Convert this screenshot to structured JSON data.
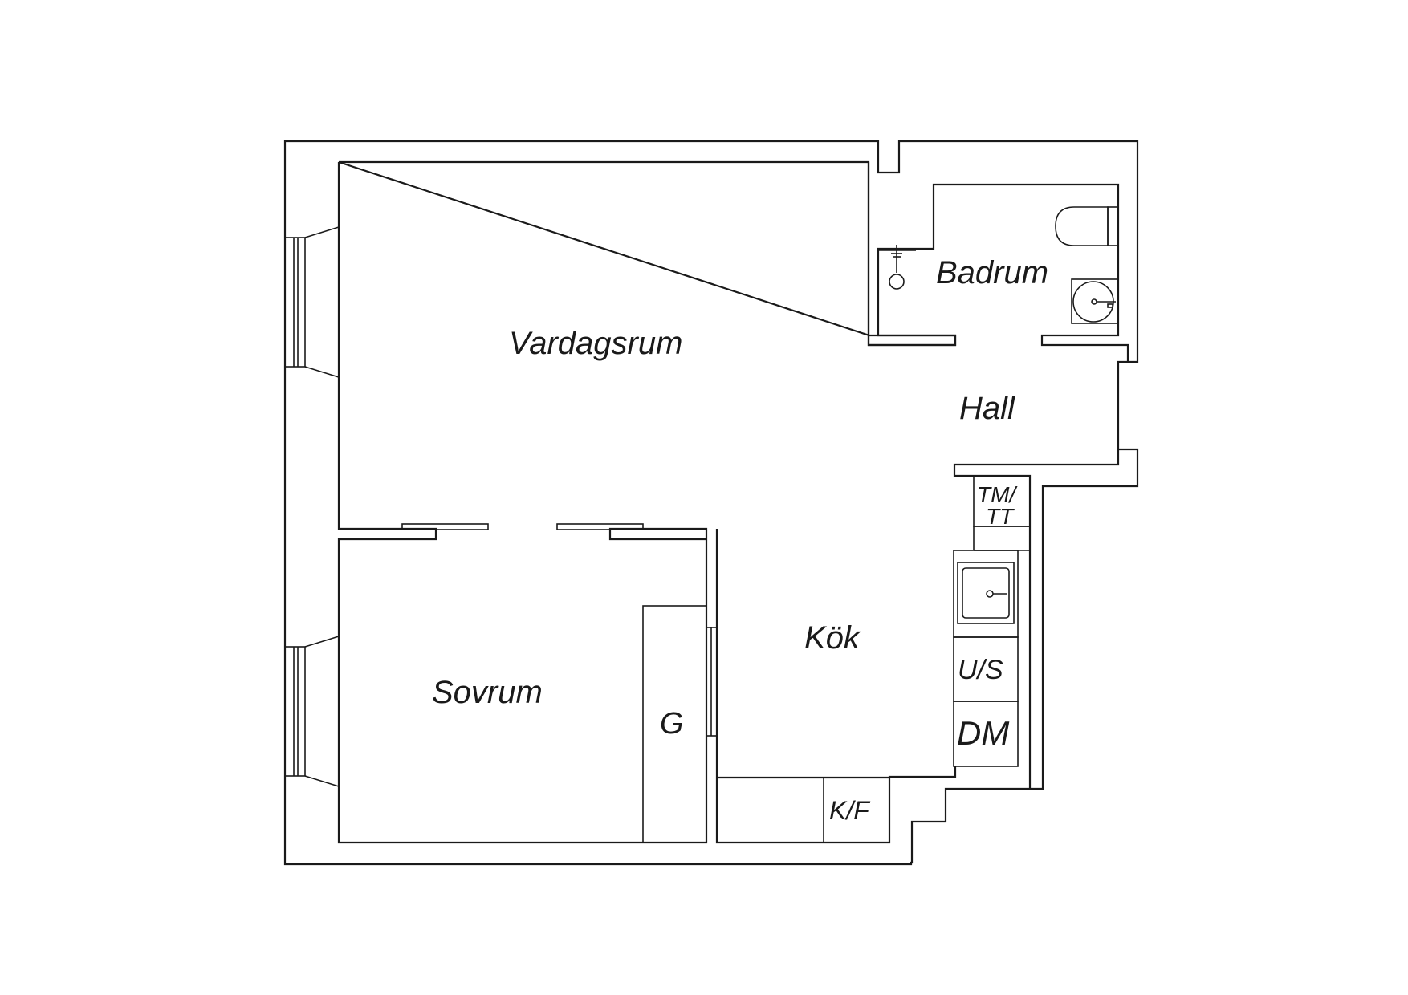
{
  "rooms": {
    "vardagsrum": "Vardagsrum",
    "badrum": "Badrum",
    "hall": "Hall",
    "kok": "Kök",
    "sovrum": "Sovrum"
  },
  "fixtures": {
    "garderob": "G",
    "tm_line1": "TM/",
    "tm_line2": "TT",
    "us": "U/S",
    "dm": "DM",
    "kf": "K/F"
  },
  "colors": {
    "line": "#1a1a1a",
    "background": "#ffffff"
  }
}
